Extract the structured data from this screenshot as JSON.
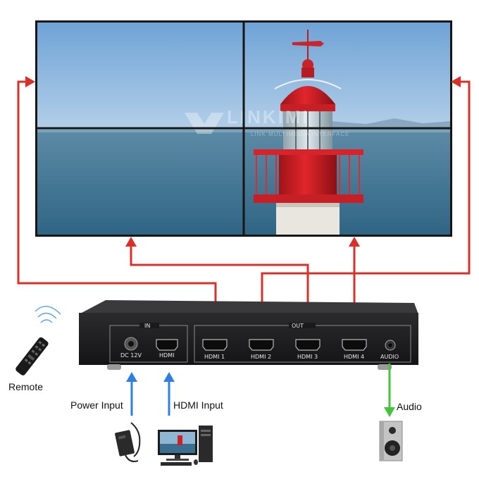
{
  "device": {
    "in_group_label": "IN",
    "out_group_label": "OUT",
    "ports": [
      "DC 12V",
      "HDMI",
      "HDMI 1",
      "HDMI 2",
      "HDMI 3",
      "HDMI 4",
      "AUDIO"
    ]
  },
  "labels": {
    "remote": "Remote",
    "power_input": "Power Input",
    "hdmi_input": "HDMI Input",
    "audio": "Audio"
  },
  "watermark": {
    "brand": "LINKIMI",
    "tagline": "LINK MULTIMEDIA INTERFACE"
  },
  "colors": {
    "output_arrow": "#d9302a",
    "input_arrow": "#2f7fe0",
    "audio_arrow": "#43c43b",
    "device_body": "#1d1d1f"
  }
}
